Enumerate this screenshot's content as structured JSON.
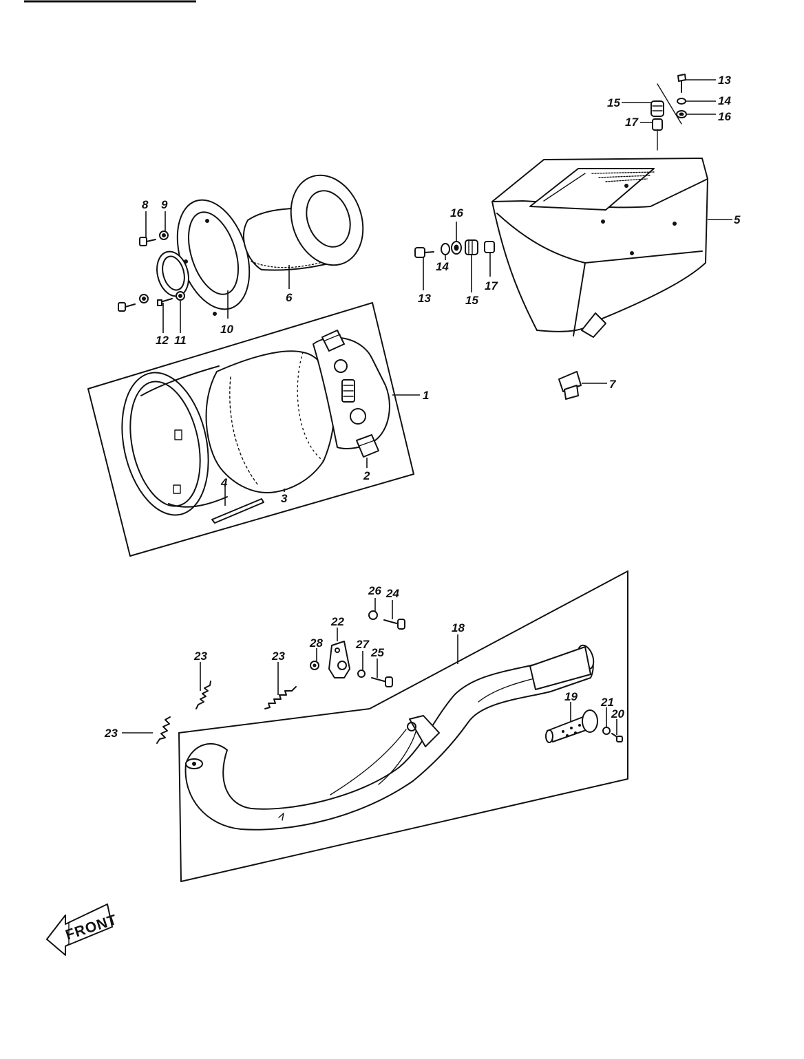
{
  "diagram": {
    "callouts": {
      "p1": "1",
      "p2": "2",
      "p3": "3",
      "p4": "4",
      "p5": "5",
      "p6": "6",
      "p7": "7",
      "p8": "8",
      "p9": "9",
      "p10": "10",
      "p11": "11",
      "p12": "12",
      "p13a": "13",
      "p14a": "14",
      "p15a": "15",
      "p16a": "16",
      "p17a": "17",
      "p13b": "13",
      "p14b": "14",
      "p15b": "15",
      "p16b": "16",
      "p17b": "17",
      "p18": "18",
      "p19": "19",
      "p20": "20",
      "p21": "21",
      "p22": "22",
      "p23a": "23",
      "p23b": "23",
      "p23c": "23",
      "p24": "24",
      "p25": "25",
      "p26": "26",
      "p27": "27",
      "p28": "28"
    },
    "front_label": "FRONT"
  }
}
